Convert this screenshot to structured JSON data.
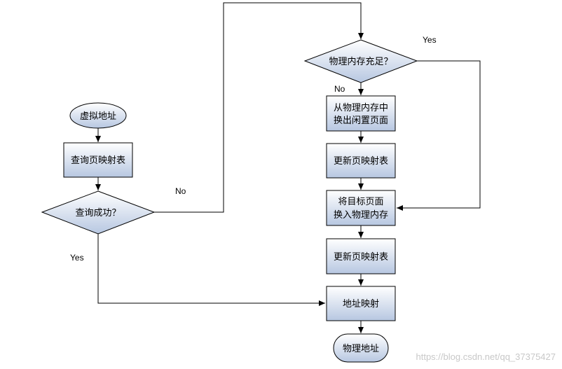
{
  "colors": {
    "node_fill_top": "#ffffff",
    "node_fill_bottom": "#b7c7e1",
    "stroke": "#000000",
    "watermark": "#c8c8c8"
  },
  "nodes": {
    "virtual_address": "虚拟地址",
    "lookup_page_table": "查询页映射表",
    "lookup_success": "查询成功？",
    "memory_sufficient": "物理内存充足？",
    "swap_out_line1": "从物理内存中",
    "swap_out_line2": "换出闲置页面",
    "update_table_1": "更新页映射表",
    "swap_in_line1": "将目标页面",
    "swap_in_line2": "换入物理内存",
    "update_table_2": "更新页映射表",
    "address_mapping": "地址映射",
    "physical_address": "物理地址"
  },
  "edges": {
    "lookup_no": "No",
    "lookup_yes": "Yes",
    "memory_yes": "Yes",
    "memory_no": "No"
  },
  "watermark": "https://blog.csdn.net/qq_37375427"
}
